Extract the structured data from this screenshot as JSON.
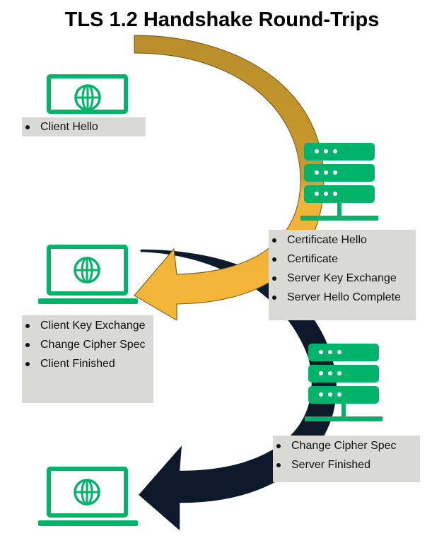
{
  "title": "TLS 1.2 Handshake Round-Trips",
  "colors": {
    "green": "#00b36b",
    "gold_dark": "#b98e2b",
    "gold_light": "#f0b43a",
    "navy": "#0c1a2c",
    "box": "#d9d9d5"
  },
  "icons": {
    "client": "laptop-globe-icon",
    "server": "server-rack-icon"
  },
  "steps": [
    {
      "from": "client",
      "to": "server",
      "messages": [
        "Client Hello"
      ]
    },
    {
      "from": "server",
      "to": "client",
      "messages": [
        "Certificate Hello",
        "Certificate",
        "Server Key Exchange",
        "Server Hello Complete"
      ]
    },
    {
      "from": "client",
      "to": "server",
      "messages": [
        "Client Key Exchange",
        "Change Cipher Spec",
        "Client Finished"
      ]
    },
    {
      "from": "server",
      "to": "client",
      "messages": [
        "Change Cipher Spec",
        "Server Finished"
      ]
    }
  ]
}
